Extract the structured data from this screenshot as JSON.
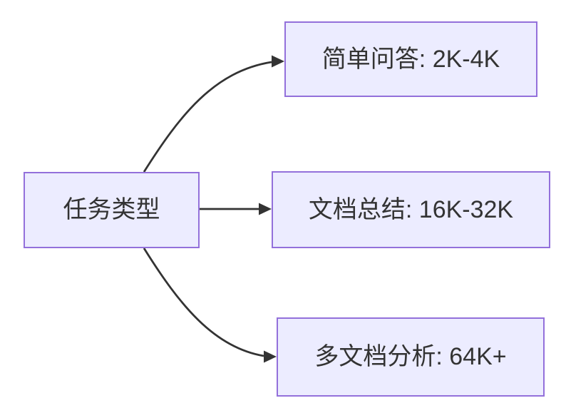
{
  "diagram": {
    "type": "flowchart-left-to-right",
    "root": {
      "label": "任务类型"
    },
    "children": [
      {
        "label": "简单问答: 2K-4K"
      },
      {
        "label": "文档总结: 16K-32K"
      },
      {
        "label": "多文档分析: 64K+"
      }
    ],
    "edges": [
      {
        "from": "任务类型",
        "to": "简单问答: 2K-4K"
      },
      {
        "from": "任务类型",
        "to": "文档总结: 16K-32K"
      },
      {
        "from": "任务类型",
        "to": "多文档分析: 64K+"
      }
    ],
    "colors": {
      "node_fill": "#ECECFF",
      "node_border": "#9370DB",
      "edge_stroke": "#333333",
      "text": "#333333",
      "background": "#ffffff"
    }
  }
}
